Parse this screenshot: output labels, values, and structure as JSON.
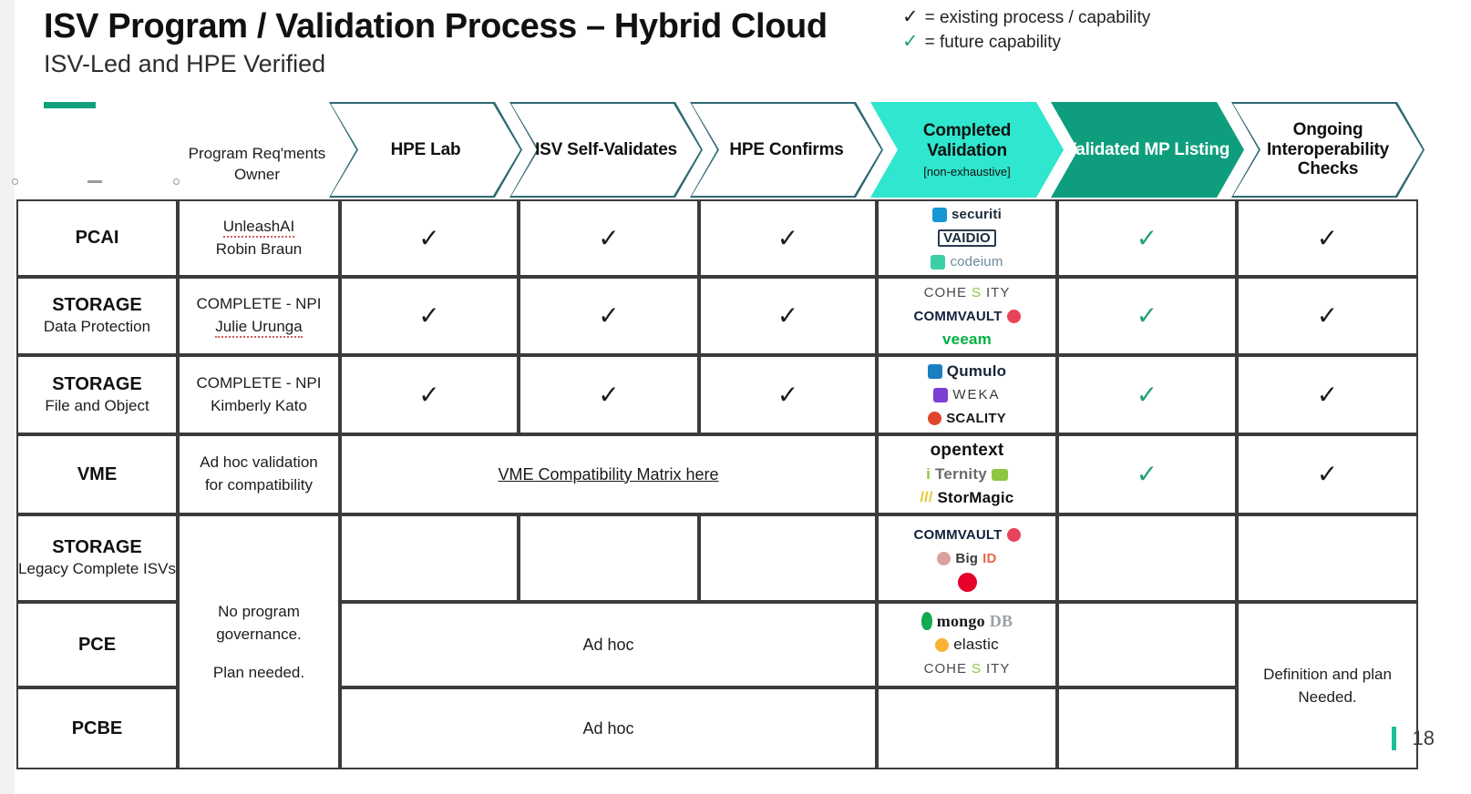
{
  "header": {
    "title": "ISV Program / Validation Process – Hybrid Cloud",
    "subtitle": "ISV-Led and HPE Verified"
  },
  "legend": {
    "items": [
      {
        "check": "✓",
        "color": "#1b1b1b",
        "text": "= existing process / capability",
        "style": "black"
      },
      {
        "check": "✓",
        "color": "#21a179",
        "text": "= future capability",
        "style": "green"
      }
    ]
  },
  "colors": {
    "accent_bar": "#12a07c",
    "chevron_outline": "#2e6a72",
    "chevron_teal": "#2fe6ce",
    "chevron_green": "#0e9e7e",
    "check_green": "#21a179",
    "check_black": "#1b1b1b"
  },
  "columns": {
    "owner_header": "Program Req'ments Owner",
    "chevrons": [
      {
        "label": "HPE Lab",
        "sub": "",
        "style": "outline"
      },
      {
        "label": "ISV Self-Validates",
        "sub": "",
        "style": "outline"
      },
      {
        "label": "HPE Confirms",
        "sub": "",
        "style": "outline"
      },
      {
        "label": "Completed Validation",
        "sub": "[non-exhaustive]",
        "style": "teal"
      },
      {
        "label": "Validated MP Listing",
        "sub": "",
        "style": "green"
      },
      {
        "label": "Ongoing Interoperability Checks",
        "sub": "",
        "style": "outline"
      }
    ]
  },
  "rows": [
    {
      "category": "PCAI",
      "category_sub": "",
      "owner": {
        "line1": "UnleashAI",
        "line1_misspelled": true,
        "line2": "Robin Braun",
        "line2_misspelled": false
      },
      "hpe_lab": "check-black",
      "isv_self": "check-black",
      "hpe_confirms": "check-black",
      "logos": [
        "securiti",
        "VAIDIO",
        "codeium"
      ],
      "validated_mp": "check-green",
      "ongoing": "check-black"
    },
    {
      "category": "STORAGE",
      "category_sub": "Data Protection",
      "owner": {
        "line1": "COMPLETE - NPI",
        "line1_misspelled": false,
        "line2": "Julie Urunga",
        "line2_misspelled": true
      },
      "hpe_lab": "check-black",
      "isv_self": "check-black",
      "hpe_confirms": "check-black",
      "logos": [
        "COHESITY",
        "COMMVAULT",
        "veeam"
      ],
      "validated_mp": "check-green",
      "ongoing": "check-black"
    },
    {
      "category": "STORAGE",
      "category_sub": "File and Object",
      "owner": {
        "line1": "COMPLETE - NPI",
        "line1_misspelled": false,
        "line2": "Kimberly Kato",
        "line2_misspelled": false
      },
      "hpe_lab": "check-black",
      "isv_self": "check-black",
      "hpe_confirms": "check-black",
      "logos": [
        "Qumulo",
        "WEKA",
        "SCALITY"
      ],
      "validated_mp": "check-green",
      "ongoing": "check-black"
    },
    {
      "category": "VME",
      "category_sub": "",
      "owner": {
        "line1": "Ad hoc validation",
        "line1_misspelled": false,
        "line2": "for compatibility",
        "line2_misspelled": false
      },
      "merged_link": "VME Compatibility Matrix here",
      "logos": [
        "opentext",
        "iTernity",
        "StorMagic"
      ],
      "validated_mp": "check-green",
      "ongoing": "check-black"
    },
    {
      "category": "STORAGE",
      "category_sub": "Legacy Complete ISVs",
      "logos": [
        "COMMVAULT",
        "BigID",
        "F5"
      ],
      "validated_mp": "",
      "ongoing": ""
    },
    {
      "category": "PCE",
      "category_sub": "",
      "merged_adhoc": "Ad hoc",
      "logos": [
        "mongoDB",
        "elastic",
        "COHESITY"
      ],
      "validated_mp": "",
      "ongoing": ""
    },
    {
      "category": "PCBE",
      "category_sub": "",
      "merged_adhoc": "Ad hoc",
      "logos": [],
      "validated_mp": "",
      "ongoing": ""
    }
  ],
  "merged_cells": {
    "governance_note_line1": "No program",
    "governance_note_line2": "governance.",
    "governance_note_line3": "Plan needed.",
    "definition_note_line1": "Definition and plan",
    "definition_note_line2": "Needed."
  },
  "logo_text": {
    "securiti": "securiti",
    "vaidio": "VAIDIO",
    "codeium": "codeium",
    "cohesity_a": "COHE",
    "cohesity_s": "S",
    "cohesity_b": "ITY",
    "commvault": "COMMVAULT",
    "veeam": "veeam",
    "qumulo": "Qumulo",
    "weka": "WEKA",
    "scality": "SCALITY",
    "opentext": "opentext",
    "iternity_a": "i",
    "iternity_b": "Ternity",
    "stormagic": "StorMagic",
    "bigid_a": "Big",
    "bigid_b": "ID",
    "f5": "f5",
    "mongodb_a": "mongo",
    "mongodb_b": "DB",
    "elastic": "elastic"
  },
  "footer": {
    "slide_number": "18"
  }
}
